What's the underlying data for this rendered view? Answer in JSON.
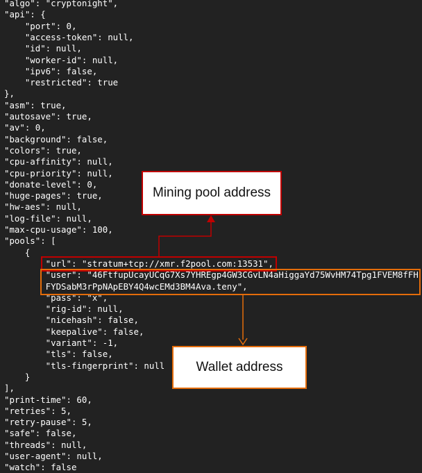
{
  "code_lines": [
    "\"algo\": \"cryptonight\",",
    "\"api\": {",
    "    \"port\": 0,",
    "    \"access-token\": null,",
    "    \"id\": null,",
    "    \"worker-id\": null,",
    "    \"ipv6\": false,",
    "    \"restricted\": true",
    "},",
    "\"asm\": true,",
    "\"autosave\": true,",
    "\"av\": 0,",
    "\"background\": false,",
    "\"colors\": true,",
    "\"cpu-affinity\": null,",
    "\"cpu-priority\": null,",
    "\"donate-level\": 0,",
    "\"huge-pages\": true,",
    "\"hw-aes\": null,",
    "\"log-file\": null,",
    "\"max-cpu-usage\": 100,",
    "\"pools\": [",
    "    {",
    "        \"url\": \"stratum+tcp://xmr.f2pool.com:13531\",",
    "        \"user\": \"46FtfupUcayUCqG7Xs7YHREgp4GW3CGvLN4aHiggaYd75WvHM74Tpg1FVEM8fFH",
    "        FYDSabM3rPpNApEBY4Q4wcEMd3BM4Ava.teny\",",
    "        \"pass\": \"x\",",
    "        \"rig-id\": null,",
    "        \"nicehash\": false,",
    "        \"keepalive\": false,",
    "        \"variant\": -1,",
    "        \"tls\": false,",
    "        \"tls-fingerprint\": null",
    "    }",
    "],",
    "\"print-time\": 60,",
    "\"retries\": 5,",
    "\"retry-pause\": 5,",
    "\"safe\": false,",
    "\"threads\": null,",
    "\"user-agent\": null,",
    "\"watch\": false"
  ],
  "annotations": {
    "pool_label": "Mining pool address",
    "wallet_label": "Wallet address"
  },
  "colors": {
    "background": "#222222",
    "code_text": "#ffffff",
    "pool_highlight": "#c00000",
    "wallet_highlight": "#e46c0a"
  }
}
